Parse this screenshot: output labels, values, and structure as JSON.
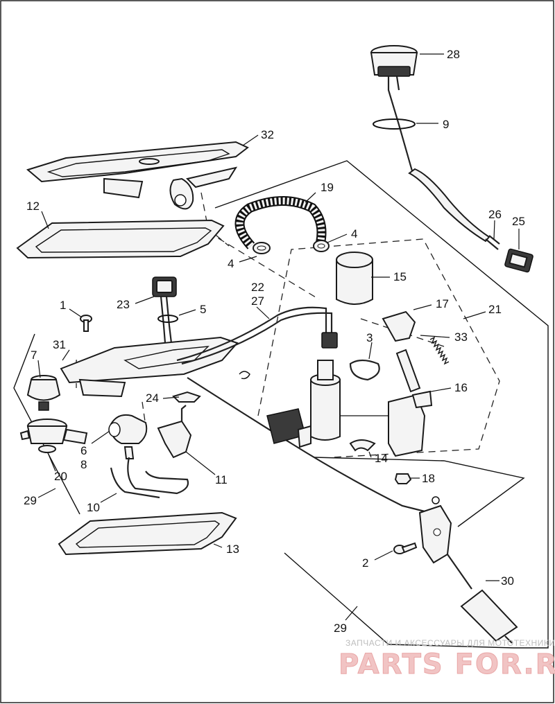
{
  "diagram": {
    "callouts": {
      "n1": "1",
      "n2": "2",
      "n3": "3",
      "n4a": "4",
      "n4b": "4",
      "n5": "5",
      "n6": "6",
      "n7": "7",
      "n8": "8",
      "n9": "9",
      "n10": "10",
      "n11": "11",
      "n12": "12",
      "n13": "13",
      "n14": "14",
      "n15": "15",
      "n16": "16",
      "n17": "17",
      "n18": "18",
      "n19": "19",
      "n20": "20",
      "n21": "21",
      "n22": "22",
      "n23": "23",
      "n24": "24",
      "n25": "25",
      "n26": "26",
      "n27": "27",
      "n28": "28",
      "n29a": "29",
      "n29b": "29",
      "n30": "30",
      "n31": "31",
      "n32": "32",
      "n33": "33"
    }
  },
  "watermark": {
    "caption": "ЗАПЧАСТИ И АКСЕССУАРЫ ДЛЯ МОТОТЕХНИКИ",
    "brand": "PARTS FOR.RU"
  }
}
